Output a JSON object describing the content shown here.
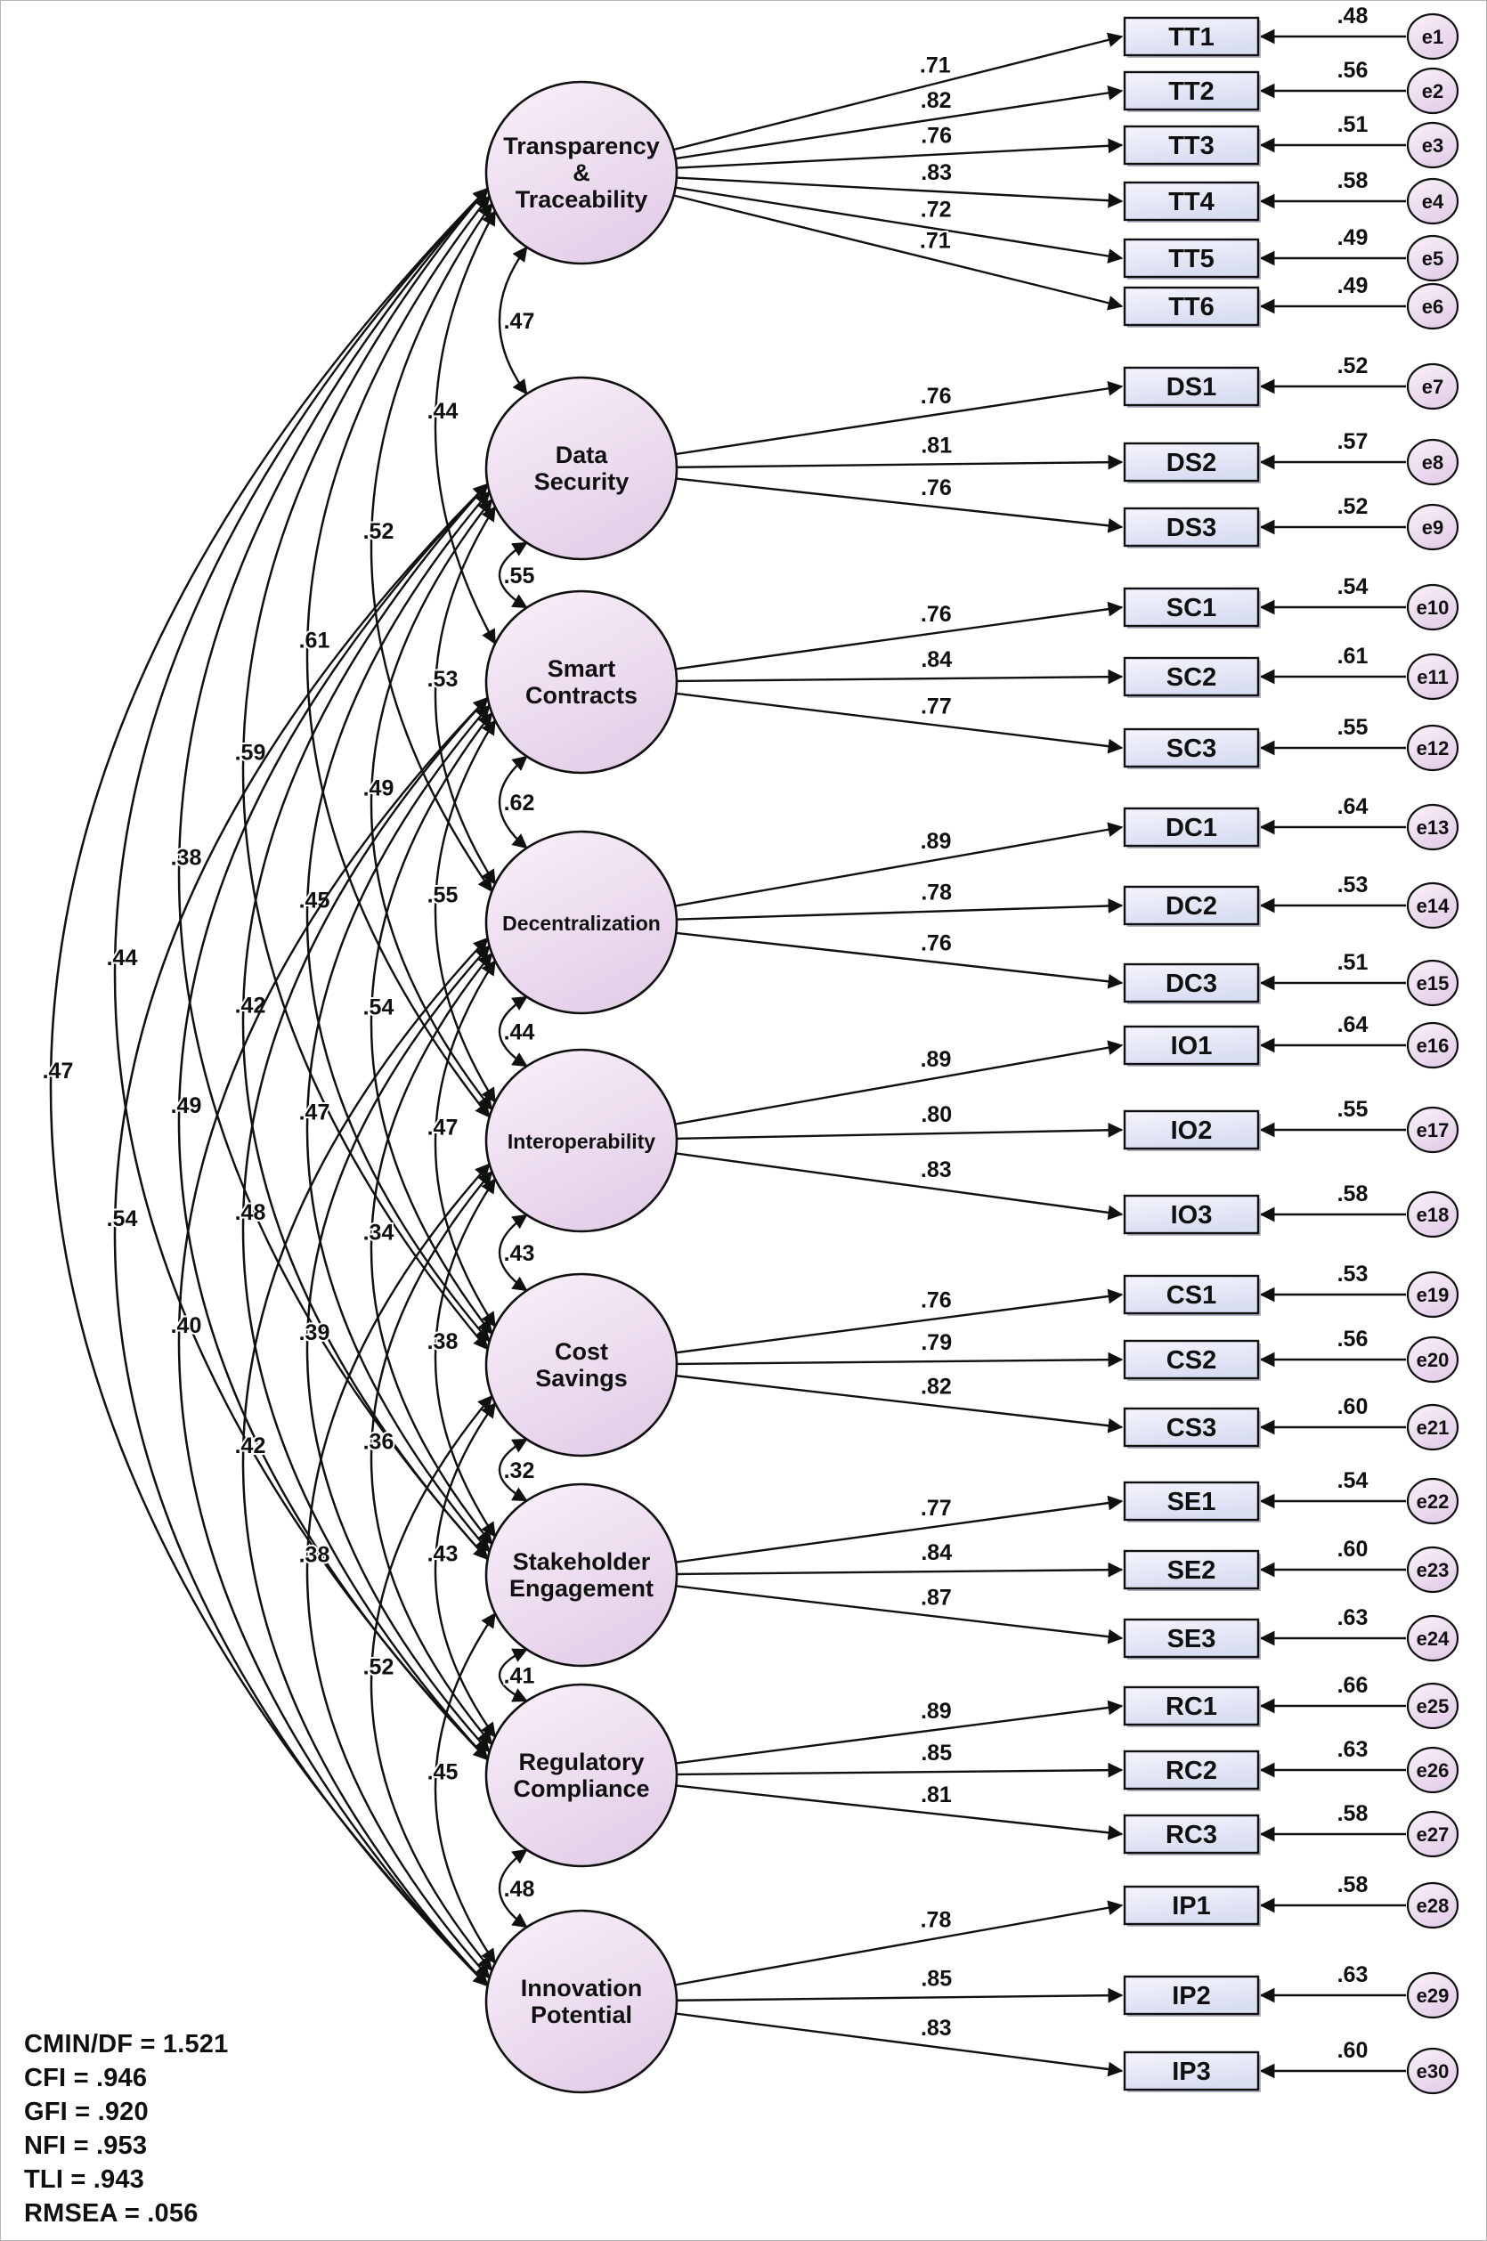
{
  "figure": {
    "type": "sem-cfa-path-diagram"
  },
  "colors": {
    "line": "#101010",
    "node_fill_light": "#f9f1f8",
    "node_fill_dark": "#e4cfe9",
    "box_fill_light": "#f3f4fc",
    "box_fill_dark": "#d9ddf1",
    "box_shadow": "#b3b3c4"
  },
  "factors": [
    {
      "id": "TT",
      "label_lines": [
        "Transparency",
        "&",
        "Traceability"
      ],
      "indicators": [
        {
          "name": "TT1",
          "loading": ".71",
          "error_name": "e1",
          "error_value": ".48"
        },
        {
          "name": "TT2",
          "loading": ".82",
          "error_name": "e2",
          "error_value": ".56"
        },
        {
          "name": "TT3",
          "loading": ".76",
          "error_name": "e3",
          "error_value": ".51"
        },
        {
          "name": "TT4",
          "loading": ".83",
          "error_name": "e4",
          "error_value": ".58"
        },
        {
          "name": "TT5",
          "loading": ".72",
          "error_name": "e5",
          "error_value": ".49"
        },
        {
          "name": "TT6",
          "loading": ".71",
          "error_name": "e6",
          "error_value": ".49"
        }
      ]
    },
    {
      "id": "DS",
      "label_lines": [
        "Data",
        "Security"
      ],
      "indicators": [
        {
          "name": "DS1",
          "loading": ".76",
          "error_name": "e7",
          "error_value": ".52"
        },
        {
          "name": "DS2",
          "loading": ".81",
          "error_name": "e8",
          "error_value": ".57"
        },
        {
          "name": "DS3",
          "loading": ".76",
          "error_name": "e9",
          "error_value": ".52"
        }
      ]
    },
    {
      "id": "SC",
      "label_lines": [
        "Smart",
        "Contracts"
      ],
      "indicators": [
        {
          "name": "SC1",
          "loading": ".76",
          "error_name": "e10",
          "error_value": ".54"
        },
        {
          "name": "SC2",
          "loading": ".84",
          "error_name": "e11",
          "error_value": ".61"
        },
        {
          "name": "SC3",
          "loading": ".77",
          "error_name": "e12",
          "error_value": ".55"
        }
      ]
    },
    {
      "id": "DC",
      "label_lines": [
        "Decentralization"
      ],
      "indicators": [
        {
          "name": "DC1",
          "loading": ".89",
          "error_name": "e13",
          "error_value": ".64"
        },
        {
          "name": "DC2",
          "loading": ".78",
          "error_name": "e14",
          "error_value": ".53"
        },
        {
          "name": "DC3",
          "loading": ".76",
          "error_name": "e15",
          "error_value": ".51"
        }
      ]
    },
    {
      "id": "IO",
      "label_lines": [
        "Interoperability"
      ],
      "indicators": [
        {
          "name": "IO1",
          "loading": ".89",
          "error_name": "e16",
          "error_value": ".64"
        },
        {
          "name": "IO2",
          "loading": ".80",
          "error_name": "e17",
          "error_value": ".55"
        },
        {
          "name": "IO3",
          "loading": ".83",
          "error_name": "e18",
          "error_value": ".58"
        }
      ]
    },
    {
      "id": "CS",
      "label_lines": [
        "Cost",
        "Savings"
      ],
      "indicators": [
        {
          "name": "CS1",
          "loading": ".76",
          "error_name": "e19",
          "error_value": ".53"
        },
        {
          "name": "CS2",
          "loading": ".79",
          "error_name": "e20",
          "error_value": ".56"
        },
        {
          "name": "CS3",
          "loading": ".82",
          "error_name": "e21",
          "error_value": ".60"
        }
      ]
    },
    {
      "id": "SE",
      "label_lines": [
        "Stakeholder",
        "Engagement"
      ],
      "indicators": [
        {
          "name": "SE1",
          "loading": ".77",
          "error_name": "e22",
          "error_value": ".54"
        },
        {
          "name": "SE2",
          "loading": ".84",
          "error_name": "e23",
          "error_value": ".60"
        },
        {
          "name": "SE3",
          "loading": ".87",
          "error_name": "e24",
          "error_value": ".63"
        }
      ]
    },
    {
      "id": "RC",
      "label_lines": [
        "Regulatory",
        "Compliance"
      ],
      "indicators": [
        {
          "name": "RC1",
          "loading": ".89",
          "error_name": "e25",
          "error_value": ".66"
        },
        {
          "name": "RC2",
          "loading": ".85",
          "error_name": "e26",
          "error_value": ".63"
        },
        {
          "name": "RC3",
          "loading": ".81",
          "error_name": "e27",
          "error_value": ".58"
        }
      ]
    },
    {
      "id": "IP",
      "label_lines": [
        "Innovation",
        "Potential"
      ],
      "indicators": [
        {
          "name": "IP1",
          "loading": ".78",
          "error_name": "e28",
          "error_value": ".58"
        },
        {
          "name": "IP2",
          "loading": ".85",
          "error_name": "e29",
          "error_value": ".63"
        },
        {
          "name": "IP3",
          "loading": ".83",
          "error_name": "e30",
          "error_value": ".60"
        }
      ]
    }
  ],
  "correlations": [
    {
      "from": 0,
      "to": 1,
      "value": ".47"
    },
    {
      "from": 0,
      "to": 2,
      "value": ".44"
    },
    {
      "from": 0,
      "to": 3,
      "value": ".52"
    },
    {
      "from": 0,
      "to": 4,
      "value": ".61"
    },
    {
      "from": 0,
      "to": 5,
      "value": ".59"
    },
    {
      "from": 0,
      "to": 6,
      "value": ".38"
    },
    {
      "from": 0,
      "to": 7,
      "value": ".44"
    },
    {
      "from": 0,
      "to": 8,
      "value": ".47"
    },
    {
      "from": 1,
      "to": 2,
      "value": ".55"
    },
    {
      "from": 1,
      "to": 3,
      "value": ".53"
    },
    {
      "from": 1,
      "to": 4,
      "value": ".49"
    },
    {
      "from": 1,
      "to": 5,
      "value": ".45"
    },
    {
      "from": 1,
      "to": 6,
      "value": ".42"
    },
    {
      "from": 1,
      "to": 7,
      "value": ".49"
    },
    {
      "from": 1,
      "to": 8,
      "value": ".54"
    },
    {
      "from": 2,
      "to": 3,
      "value": ".62"
    },
    {
      "from": 2,
      "to": 4,
      "value": ".55"
    },
    {
      "from": 2,
      "to": 5,
      "value": ".54"
    },
    {
      "from": 2,
      "to": 6,
      "value": ".47"
    },
    {
      "from": 2,
      "to": 7,
      "value": ".48"
    },
    {
      "from": 2,
      "to": 8,
      "value": ".40"
    },
    {
      "from": 3,
      "to": 4,
      "value": ".44"
    },
    {
      "from": 3,
      "to": 5,
      "value": ".47"
    },
    {
      "from": 3,
      "to": 6,
      "value": ".34"
    },
    {
      "from": 3,
      "to": 7,
      "value": ".39"
    },
    {
      "from": 3,
      "to": 8,
      "value": ".42"
    },
    {
      "from": 4,
      "to": 5,
      "value": ".43"
    },
    {
      "from": 4,
      "to": 6,
      "value": ".38"
    },
    {
      "from": 4,
      "to": 7,
      "value": ".36"
    },
    {
      "from": 4,
      "to": 8,
      "value": ".38"
    },
    {
      "from": 5,
      "to": 6,
      "value": ".32"
    },
    {
      "from": 5,
      "to": 7,
      "value": ".43"
    },
    {
      "from": 5,
      "to": 8,
      "value": ".52"
    },
    {
      "from": 6,
      "to": 7,
      "value": ".41"
    },
    {
      "from": 6,
      "to": 8,
      "value": ".45"
    },
    {
      "from": 7,
      "to": 8,
      "value": ".48"
    }
  ],
  "fit_indices": [
    "CMIN/DF = 1.521",
    "CFI = .946",
    "GFI = .920",
    "NFI = .953",
    "TLI = .943",
    "RMSEA = .056"
  ]
}
